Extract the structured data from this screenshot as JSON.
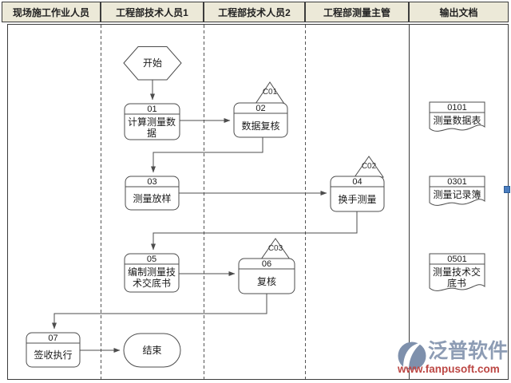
{
  "header": {
    "columns": [
      {
        "label": "现场施工作业人员"
      },
      {
        "label": "工程部技术人员1"
      },
      {
        "label": "工程部技术人员2"
      },
      {
        "label": "工程部测量主管"
      },
      {
        "label": "输出文档"
      }
    ]
  },
  "flow": {
    "start": {
      "label": "开始"
    },
    "end": {
      "label": "结束"
    },
    "nodes": {
      "n01": {
        "code": "01",
        "label": "计算测量数据"
      },
      "n02": {
        "code": "02",
        "label": "数据复核"
      },
      "n03": {
        "code": "03",
        "label": "测量放样"
      },
      "n04": {
        "code": "04",
        "label": "换手测量"
      },
      "n05": {
        "code": "05",
        "label": "编制测量技术交底书"
      },
      "n06": {
        "code": "06",
        "label": "复核"
      },
      "n07": {
        "code": "07",
        "label": "签收执行"
      }
    },
    "connectors": {
      "c01": {
        "label": "C01"
      },
      "c02": {
        "label": "C02"
      },
      "c03": {
        "label": "C03"
      }
    },
    "documents": {
      "d01": {
        "code": "0101",
        "label": "测量数据表"
      },
      "d03": {
        "code": "0301",
        "label": "测量记录簿"
      },
      "d05": {
        "code": "0501",
        "label": "测量技术交底书"
      }
    }
  },
  "branding": {
    "logo_text": "泛普软件",
    "website": "www.fanpusoft.com"
  },
  "colors": {
    "header_bg": "#ece9d8",
    "line": "#4c4c4c",
    "logo_blue": "#8d9cb4",
    "website_red": "#bc4744",
    "handle_blue": "#4a7dbf"
  }
}
